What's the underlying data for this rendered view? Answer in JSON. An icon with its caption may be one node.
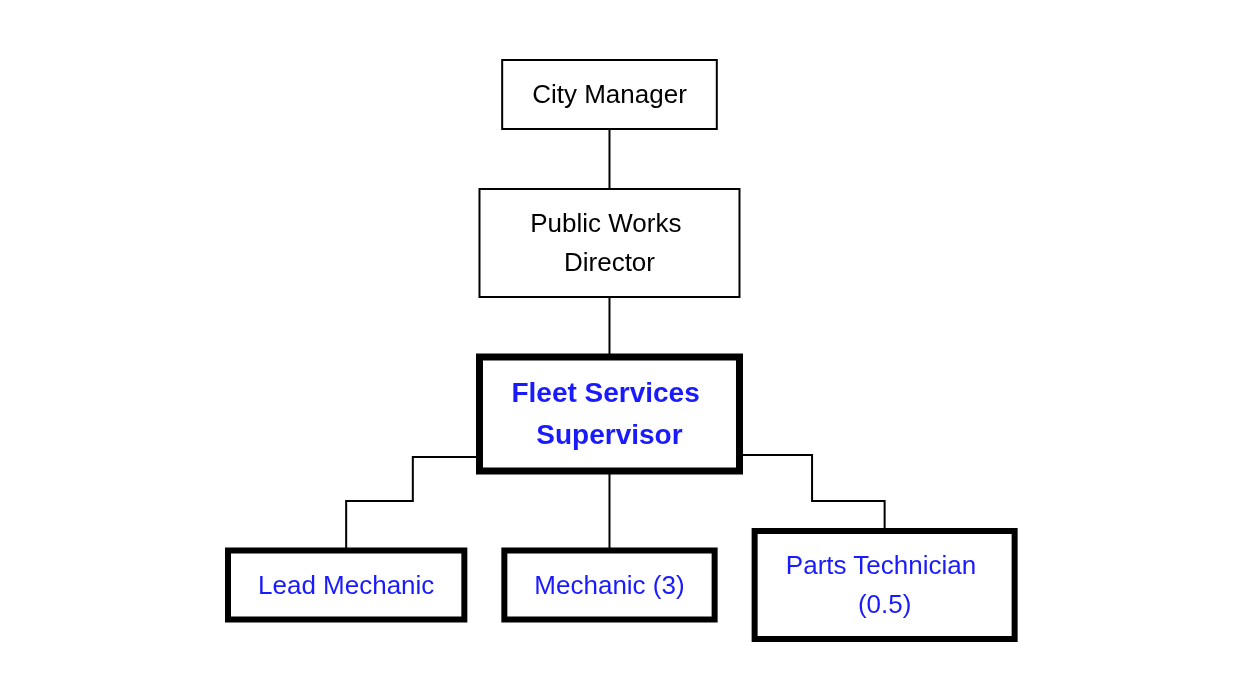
{
  "diagram": {
    "nodes": [
      {
        "text": [
          "City Manager"
        ]
      },
      {
        "text": [
          "Public Works Director"
        ]
      },
      {
        "text": [
          "Fleet Services Supervisor"
        ]
      },
      {
        "text": [
          "Lead Mechanic"
        ]
      },
      {
        "text": [
          "Mechanic (3)"
        ]
      },
      {
        "text": [
          "Parts Technician (0.5)"
        ]
      }
    ],
    "edges": [
      {
        "from": 0,
        "to": 1,
        "arrow": "none"
      },
      {
        "from": 1,
        "to": 2,
        "arrow": "none"
      },
      {
        "from": 2,
        "to": 3,
        "arrow": "none"
      },
      {
        "from": 2,
        "to": 4,
        "arrow": "none"
      },
      {
        "from": 2,
        "to": 5,
        "arrow": "none"
      }
    ]
  }
}
